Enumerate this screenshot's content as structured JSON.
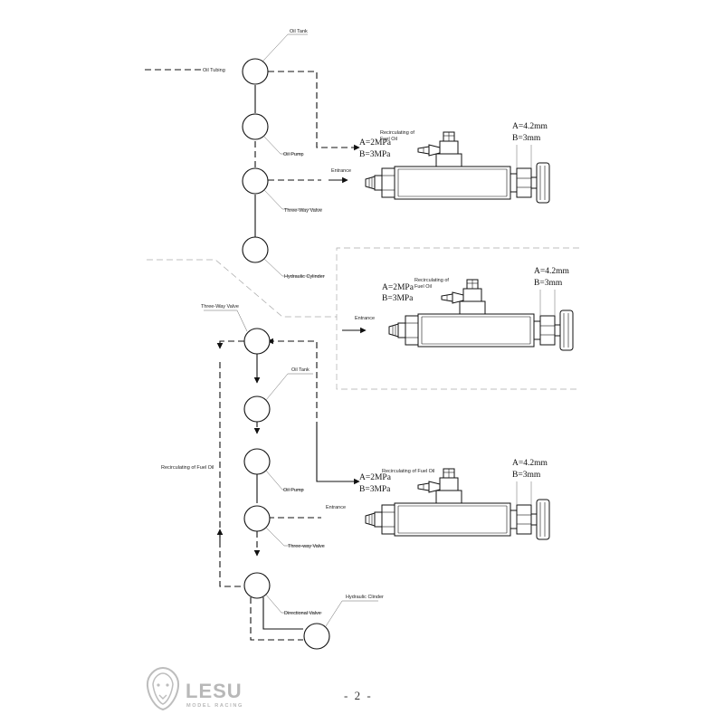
{
  "diagram1": {
    "legend_label": "Oil Tubing",
    "labels": {
      "oil_tank": "Oil Tank",
      "oil_pump": "Oil Pump",
      "three_way_valve": "Three-Way Valve",
      "hydraulic_cylinder": "Hydraulic Cylinder",
      "recirc_line1": "Recirculating of",
      "recirc_line2": "Fuel Oil",
      "entrance": "Entrance"
    },
    "spec": {
      "a": "A=2MPa",
      "b": "B=3MPa",
      "dim_a": "A=4.2mm",
      "dim_b": "B=3mm"
    }
  },
  "inset": {
    "labels": {
      "recirc_line1": "Recirculating of",
      "recirc_line2": "Fuel Oil",
      "entrance": "Entrance"
    },
    "spec": {
      "a": "A=2MPa",
      "b": "B=3MPa",
      "dim_a": "A=4.2mm",
      "dim_b": "B=3mm"
    }
  },
  "diagram2": {
    "labels": {
      "three_way_valve_top": "Three-Way Valve",
      "oil_tank": "Oil Tank",
      "recirc_side": "Recirculating of Fuel Oil",
      "oil_pump": "Oil Pump",
      "three_way_valve": "Three-way Valve",
      "directional_valve": "Directional Valve",
      "hydraulic_clinder": "Hydraulic Clinder",
      "recirc_line1": "Recirculating of Fuel Oil",
      "entrance": "Entrance"
    },
    "spec": {
      "a": "A=2MPa",
      "b": "B=3MPa",
      "dim_a": "A=4.2mm",
      "dim_b": "B=3mm"
    }
  },
  "footer": {
    "brand": "LESU",
    "brand_sub": "MODEL RACING",
    "page_number": "- 2 -"
  },
  "icons": {
    "brand_logo": "lion-head-icon"
  }
}
